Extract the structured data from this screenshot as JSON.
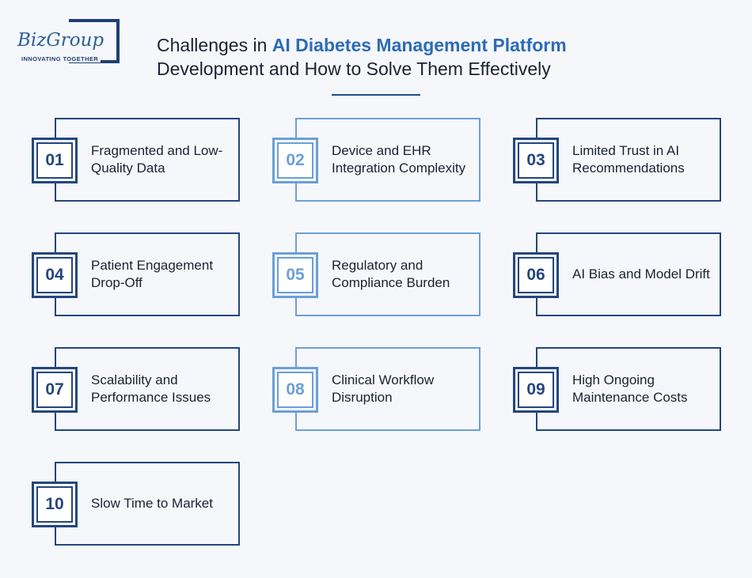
{
  "logo": {
    "name": "BizGroup",
    "tagline": "INNOVATING TOGETHER"
  },
  "title": {
    "line1_prefix": "Challenges in ",
    "line1_highlight": "AI Diabetes Management Platform",
    "line2": "Development and How to Solve Them Effectively"
  },
  "colors": {
    "dark": "#24467d",
    "light": "#6b9fd8",
    "accent": "#2d6bb8"
  },
  "challenges": [
    {
      "num": "01",
      "label": "Fragmented and Low-Quality Data"
    },
    {
      "num": "02",
      "label": "Device and EHR Integration Complexity"
    },
    {
      "num": "03",
      "label": "Limited Trust in AI Recommendations"
    },
    {
      "num": "04",
      "label": "Patient Engagement Drop-Off"
    },
    {
      "num": "05",
      "label": "Regulatory and Compliance Burden"
    },
    {
      "num": "06",
      "label": "AI Bias and Model Drift"
    },
    {
      "num": "07",
      "label": "Scalability and Performance Issues"
    },
    {
      "num": "08",
      "label": "Clinical Workflow Disruption"
    },
    {
      "num": "09",
      "label": "High Ongoing Maintenance Costs"
    },
    {
      "num": "10",
      "label": "Slow Time to Market"
    }
  ]
}
